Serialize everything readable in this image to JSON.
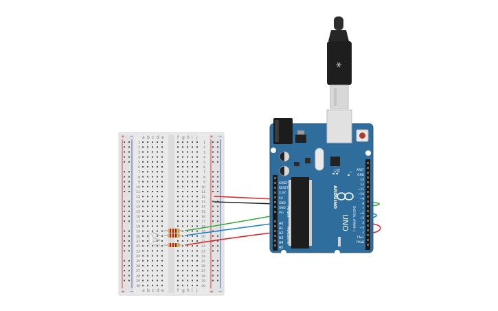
{
  "breadboard": {
    "columns_left": [
      "a",
      "b",
      "c",
      "d",
      "e"
    ],
    "columns_right": [
      "f",
      "g",
      "h",
      "i",
      "j"
    ],
    "row_count": 30,
    "rail_plus": "+",
    "rail_minus": "−"
  },
  "arduino": {
    "brand": "ARDUINO",
    "model": "UNO",
    "digital_header": "DIGITAL (PWM~)",
    "power_header": "POWER",
    "analog_header": "ANALOG IN",
    "power_pins": [
      "IOREF",
      "RESET",
      "3.3V",
      "5V",
      "GND",
      "GND",
      "Vin"
    ],
    "analog_pins": [
      "A0",
      "A1",
      "A2",
      "A3",
      "A4",
      "A5"
    ],
    "digital_pins": [
      "AREF",
      "GND",
      "13",
      "12",
      "~11",
      "~10",
      "~9",
      "8",
      "7",
      "~6",
      "~5",
      "4",
      "~3",
      "2",
      "TX▸1",
      "RX◂0"
    ],
    "tx_label": "TX",
    "rx_label": "RX",
    "l_label": "L"
  },
  "colors": {
    "board_blue": "#2f6e9c",
    "board_edge": "#245a80",
    "wire_red": "#d62c2c",
    "wire_black": "#222222",
    "wire_green": "#3aa83a",
    "wire_blue": "#1f86c8",
    "breadboard": "#e9e9e9",
    "rail_red": "#d64040",
    "rail_blue": "#4a6ab0"
  }
}
